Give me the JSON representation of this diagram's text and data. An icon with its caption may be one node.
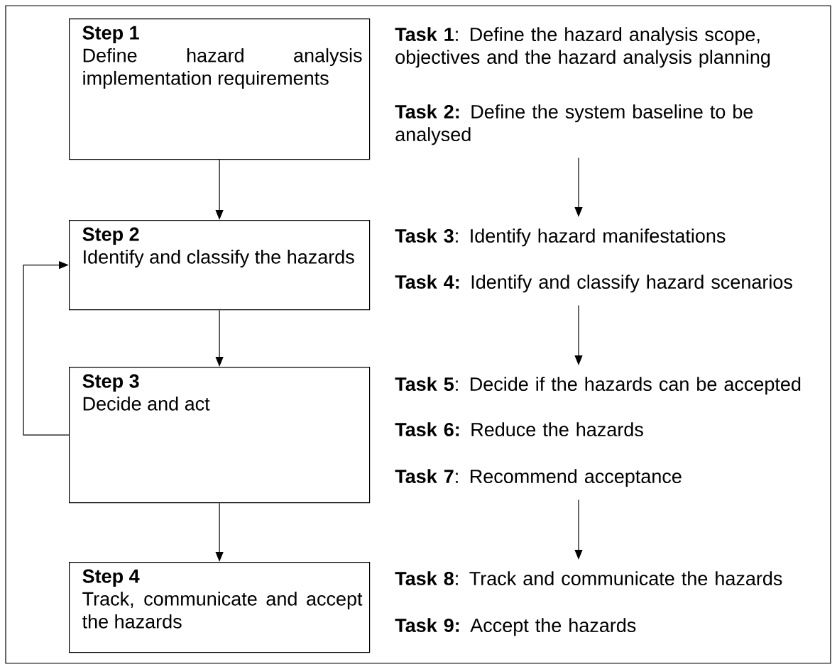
{
  "diagram": {
    "nodes": [
      {
        "text": [
          "Step 1",
          "Define hazard analysis implementation requirements"
        ]
      },
      {
        "text": [
          "Step 2",
          "Identify and classify the hazards"
        ]
      },
      {
        "text": [
          "Step 3",
          "Decide and act"
        ]
      },
      {
        "text": [
          "Step 4",
          "Track, communicate and accept the hazards"
        ]
      },
      {
        "text": [
          "**Task 1**: Define the hazard analysis scope, objectives and the hazard analysis planning"
        ]
      },
      {
        "text": [
          "**Task 2:** Define the system baseline to be analysed"
        ]
      },
      {
        "text": [
          "**Task 3**: Identify hazard manifestations"
        ]
      },
      {
        "text": [
          "**Task 4:** Identify and classify hazard scenarios"
        ]
      },
      {
        "text": [
          "**Task 5**: Decide if the hazards can be accepted"
        ]
      },
      {
        "text": [
          "**Task 6:** Reduce the hazards"
        ]
      },
      {
        "text": [
          "**Task 7**: Recommend acceptance"
        ]
      },
      {
        "text": [
          "**Task 8**: Track and communicate the hazards"
        ]
      },
      {
        "text": [
          "**Task 9:** Accept the hazards"
        ]
      }
    ],
    "edges": [
      {
        "from": 0,
        "to": 1,
        "arrow": "to"
      },
      {
        "from": 1,
        "to": 2,
        "arrow": "to"
      },
      {
        "from": 2,
        "to": 3,
        "arrow": "to"
      },
      {
        "from": 2,
        "to": 1,
        "arrow": "to"
      },
      {
        "from": 5,
        "to": 6,
        "arrow": "to"
      },
      {
        "from": 7,
        "to": 8,
        "arrow": "to"
      },
      {
        "from": 10,
        "to": 11,
        "arrow": "to"
      }
    ]
  }
}
